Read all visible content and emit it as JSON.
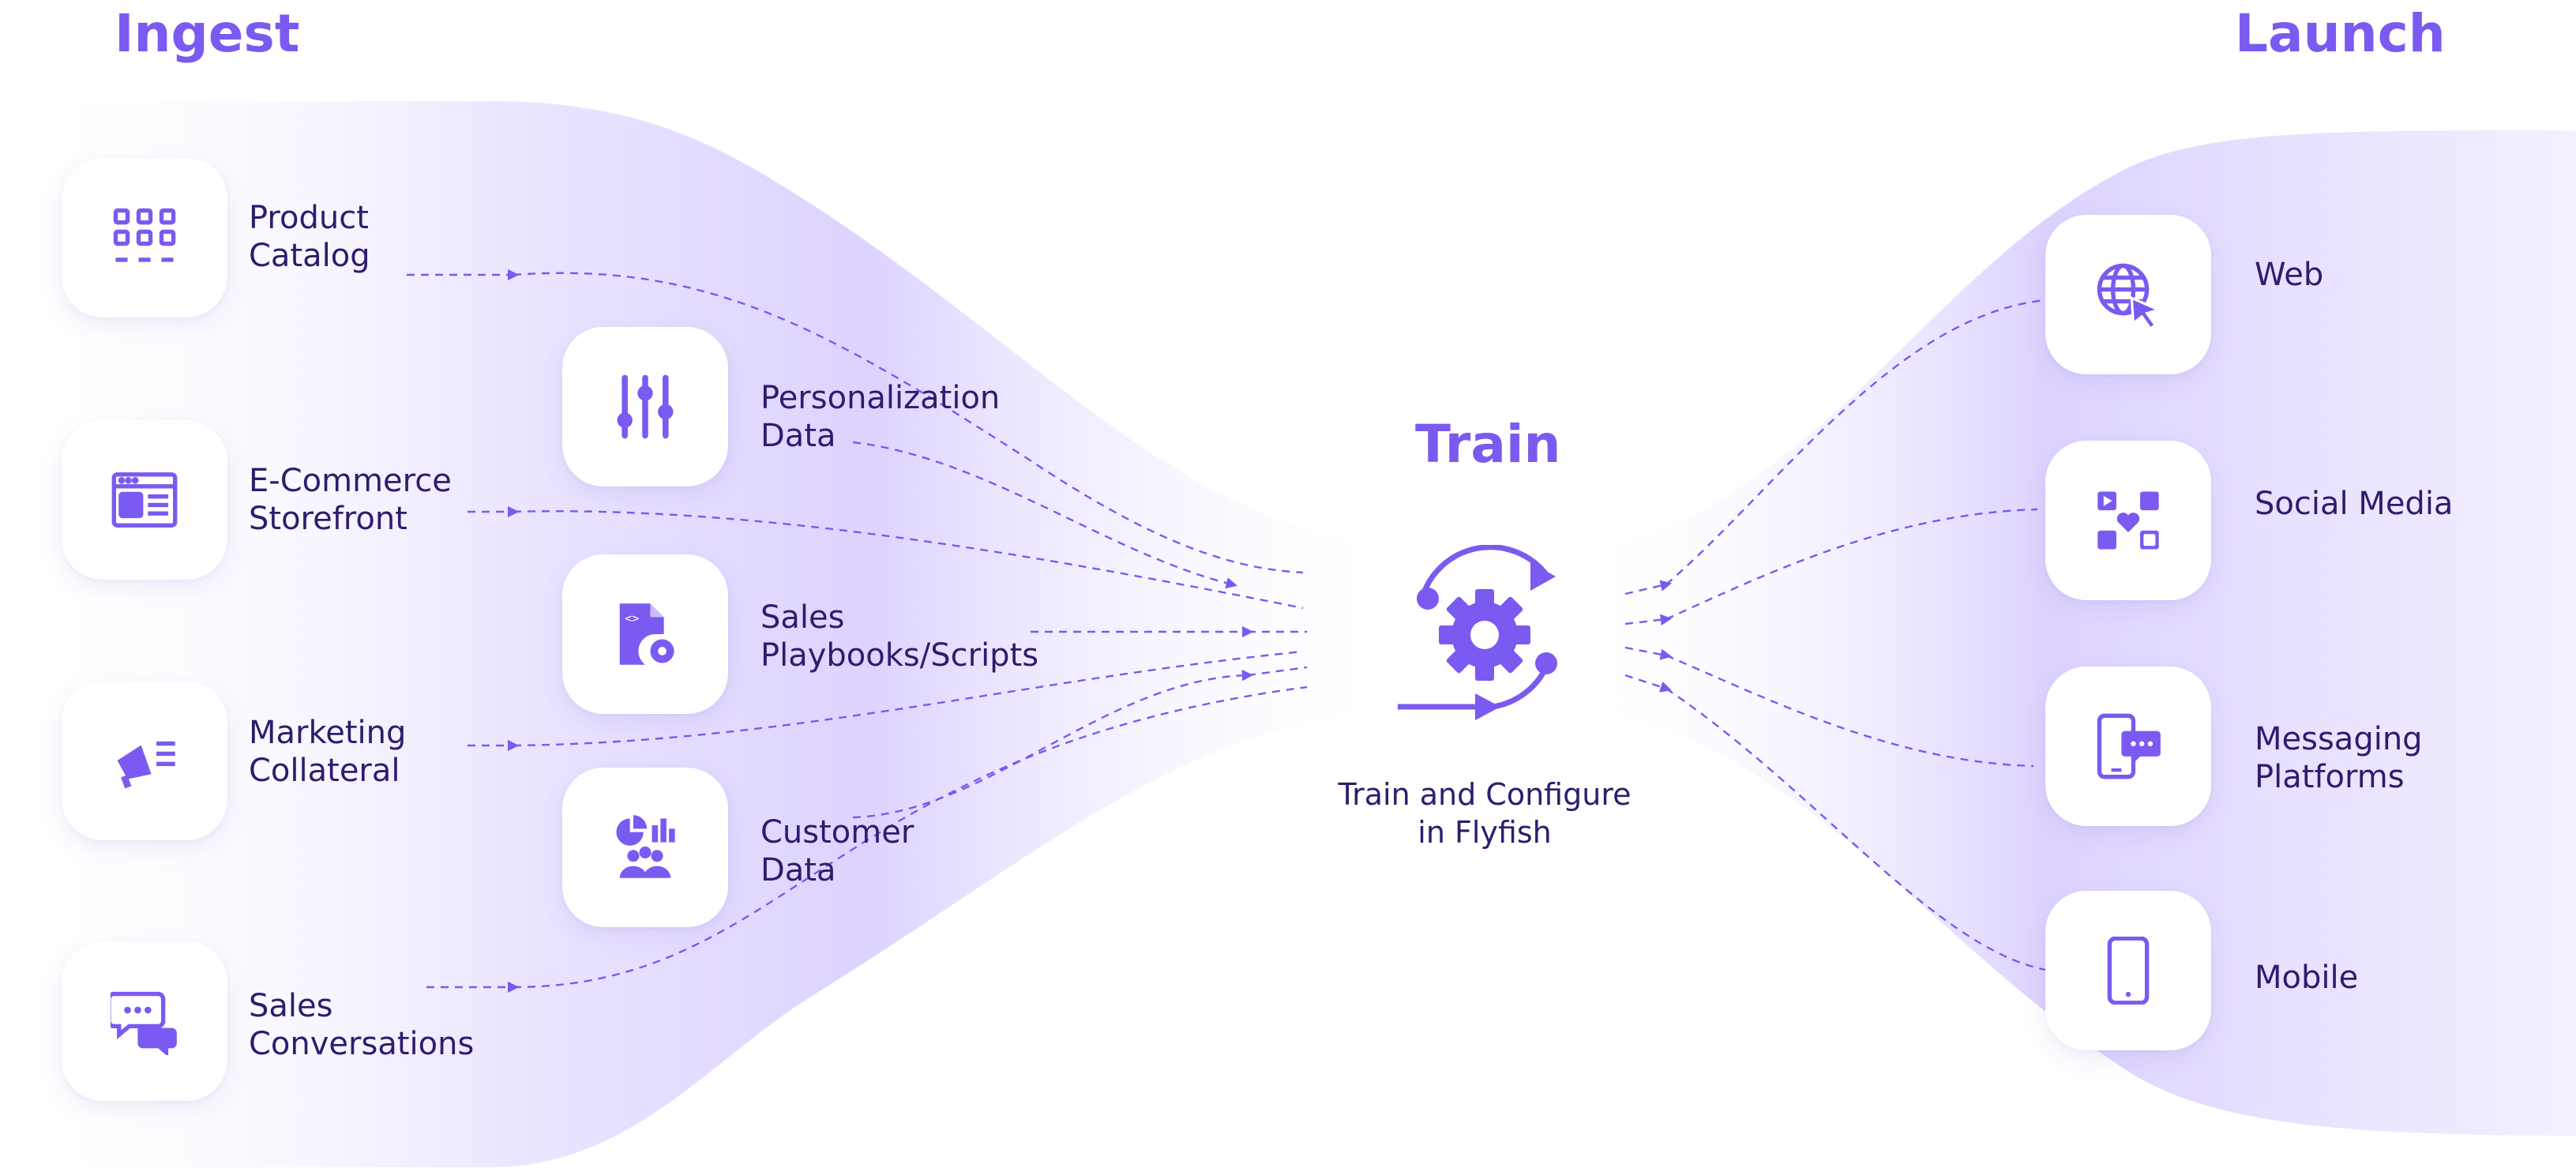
{
  "headings": {
    "ingest": "Ingest",
    "train": "Train",
    "launch": "Launch"
  },
  "center": {
    "line1": "Train and Configure",
    "line2": "in Flyfish",
    "icon": "gear-cycle-icon"
  },
  "colors": {
    "accent": "#7A5AF0",
    "text": "#2E1C6E",
    "band": "#E4DCFF"
  },
  "ingest_sources": [
    {
      "line1": "Product",
      "line2": "Catalog",
      "icon": "grid-icon"
    },
    {
      "line1": "E-Commerce",
      "line2": "Storefront",
      "icon": "browser-store-icon"
    },
    {
      "line1": "Marketing",
      "line2": "Collateral",
      "icon": "megaphone-icon"
    },
    {
      "line1": "Sales",
      "line2": "Conversations",
      "icon": "chat-bubbles-icon"
    }
  ],
  "ingest_inner": [
    {
      "line1": "Personalization",
      "line2": "Data",
      "icon": "sliders-icon"
    },
    {
      "line1": "Sales",
      "line2": "Playbooks/Scripts",
      "icon": "document-gear-icon"
    },
    {
      "line1": "Customer",
      "line2": "Data",
      "icon": "customer-chart-icon"
    }
  ],
  "launch_targets": [
    {
      "line1": "Web",
      "line2": "",
      "icon": "globe-cursor-icon"
    },
    {
      "line1": "Social Media",
      "line2": "",
      "icon": "social-grid-icon"
    },
    {
      "line1": "Messaging",
      "line2": "Platforms",
      "icon": "phone-chat-icon"
    },
    {
      "line1": "Mobile",
      "line2": "",
      "icon": "mobile-icon"
    }
  ]
}
